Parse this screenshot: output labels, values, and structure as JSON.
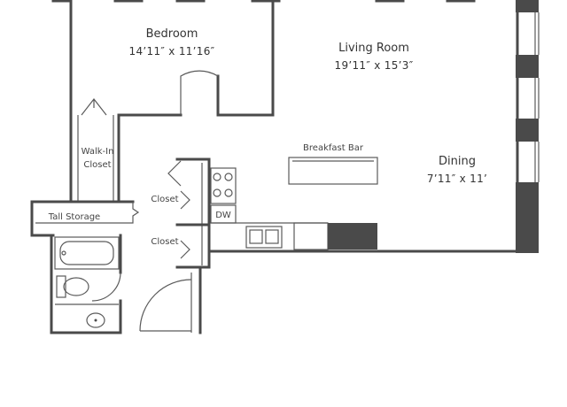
{
  "rooms": {
    "bedroom": {
      "name": "Bedroom",
      "dims": "14’11″ x 11’16″"
    },
    "living_room": {
      "name": "Living Room",
      "dims": "19’11″ x 15’3″"
    },
    "dining": {
      "name": "Dining",
      "dims": "7’11″ x 11’"
    }
  },
  "labels": {
    "walk_in_line1": "Walk-In",
    "walk_in_line2": "Closet",
    "tall_storage": "Tall Storage",
    "closet_upper": "Closet",
    "closet_lower": "Closet",
    "breakfast_bar": "Breakfast Bar",
    "dishwasher": "DW"
  }
}
